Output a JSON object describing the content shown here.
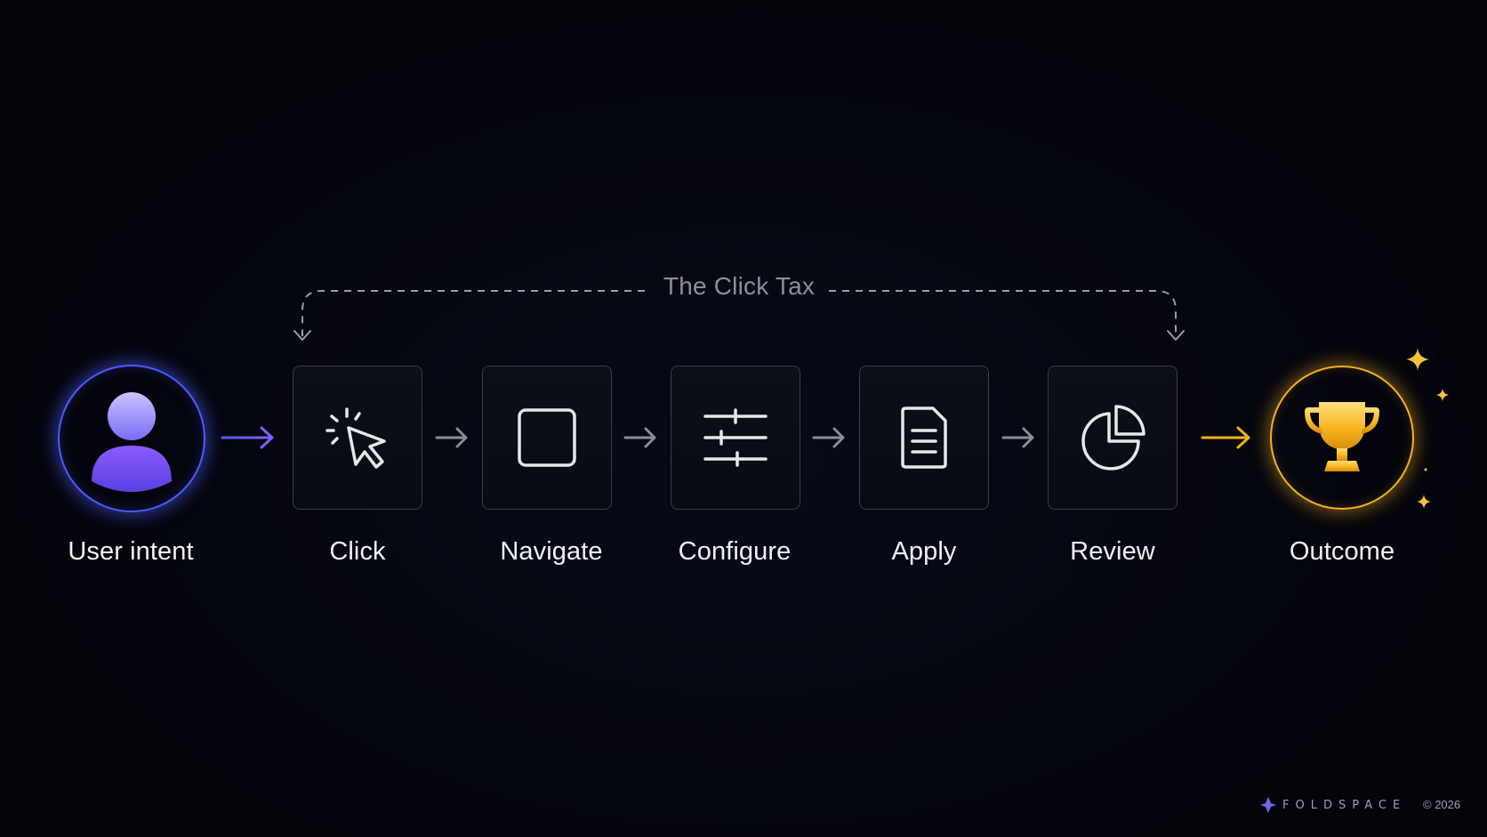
{
  "bracket": {
    "label": "The Click Tax"
  },
  "steps": [
    {
      "label": "User intent",
      "icon": "user-icon"
    },
    {
      "label": "Click",
      "icon": "cursor-click-icon"
    },
    {
      "label": "Navigate",
      "icon": "square-icon"
    },
    {
      "label": "Configure",
      "icon": "sliders-icon"
    },
    {
      "label": "Apply",
      "icon": "document-icon"
    },
    {
      "label": "Review",
      "icon": "pie-chart-icon"
    },
    {
      "label": "Outcome",
      "icon": "trophy-icon"
    }
  ],
  "colors": {
    "intent_accent": "#4d5cff",
    "outcome_accent": "#f2b21c",
    "step_border": "#3a3d48",
    "arrow_neutral": "#8a8d96"
  },
  "footer": {
    "brand": "FOLDSPACE",
    "copyright": "© 2026"
  }
}
